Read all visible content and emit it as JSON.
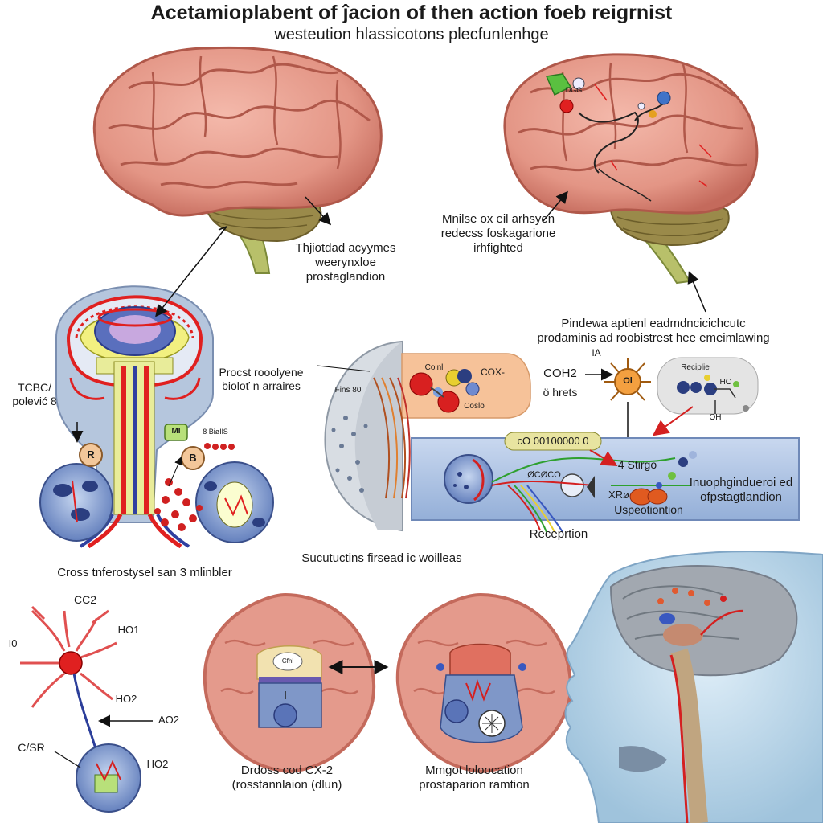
{
  "title": {
    "line1": "Acetamioplаbent of ĵacion of then action foeb reigrnist",
    "line2": "westeution hlassicotons plecfunlenhge"
  },
  "labels": {
    "brain_left_note": [
      "Thjiotdad acyymes",
      "weerynxloe",
      "prostaglandion"
    ],
    "brain_right_note": [
      "Mnilse ox eil arhsyen",
      "redecss foskagarione",
      "irhfighted"
    ],
    "prostanoid_note": [
      "Pindewa aptienl eadmdncicichcutc",
      "prodaminis ad roobistrest hee emeimlawing"
    ],
    "spine_side": [
      "TCBC/",
      "polević 8"
    ],
    "process_label": [
      "Procst rooolyene",
      "bioloť n arraires"
    ],
    "left_circle_r": "R",
    "left_circle_b": "B",
    "mini_tag": "MI",
    "mini_tag_text": "8 BiøIlS",
    "cell_note_left": "Fins 80",
    "cell_note_top": "Colnl",
    "cell_note_cox": "COX-",
    "cell_note_bottom": "Coslo",
    "coh2": "COH2",
    "coh2_sub": "ö hrets",
    "ia": "IA",
    "neuron_letter": "Ol",
    "molecule_top": "Reciplie",
    "molecule_ho": "HO",
    "molecule_oh": "OH",
    "channel_value": "cO 00100000 0",
    "channel_stigo": "4 Stirgo",
    "channel_flow": "ØCØCO",
    "channel_xro": "XRø",
    "channel_usp": "Uspeotiontion",
    "inhibition": [
      "Inuophgindueroi ed",
      "ofpstagtlandion"
    ],
    "reception": "Receprtion",
    "subtitle_mid": "Sucutuctins firsead ic woilleas",
    "cross_label": "Cross tnferostysel san 3 mlinbler",
    "co2": "CC2",
    "ho1": "HO1",
    "io": "I0",
    "ho2_a": "HO2",
    "ao2": "AO2",
    "cvsr": "C/SR",
    "ho2_b": "HO2",
    "bottom_left": [
      "Drdoss cod CX-2",
      "(rosstannlaion (dlun)"
    ],
    "bottom_right": [
      "Mmgot loloocation",
      "prostaparion ramtion"
    ],
    "brain_small": "DGG",
    "cs_note": "Cfhl"
  },
  "colors": {
    "brain": "#e49a8c",
    "brain_dark": "#c46a5c",
    "cerebellum": "#9a8a4a",
    "stem": "#b8c06a",
    "spine_bg": "#b5c6dd",
    "channel": "#a9bfe0",
    "cell_peach": "#f6c299",
    "red": "#e02020",
    "blue": "#3858c0"
  }
}
